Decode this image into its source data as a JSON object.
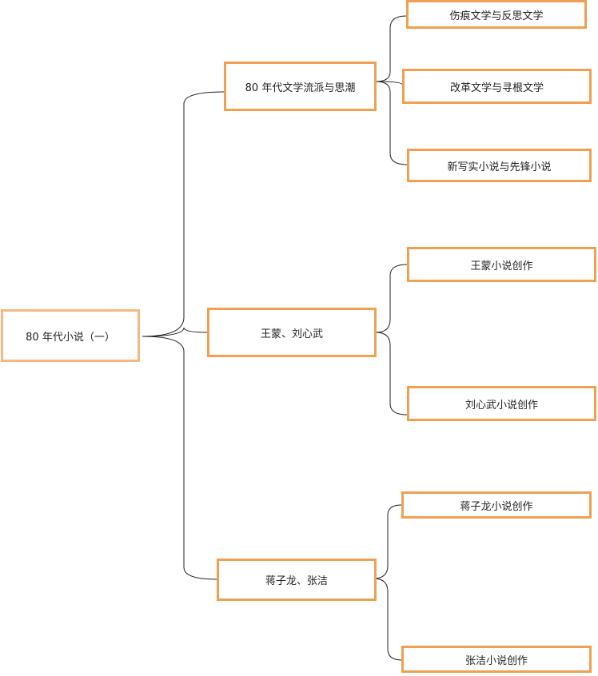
{
  "mindmap": {
    "root": {
      "label": "80 年代小说（一）"
    },
    "branches": [
      {
        "label": "80 年代文学流派与思潮",
        "children": [
          {
            "label": "伤痕文学与反思文学"
          },
          {
            "label": "改革文学与寻根文学"
          },
          {
            "label": "新写实小说与先锋小说"
          }
        ]
      },
      {
        "label": "王蒙、刘心武",
        "children": [
          {
            "label": "王蒙小说创作"
          },
          {
            "label": "刘心武小说创作"
          }
        ]
      },
      {
        "label": "蒋子龙、张洁",
        "children": [
          {
            "label": "蒋子龙小说创作"
          },
          {
            "label": "张洁小说创作"
          }
        ]
      }
    ]
  },
  "colors": {
    "node_border": "#f0a050",
    "root_border": "#f6b883",
    "connector": "#222222",
    "text": "#222222"
  }
}
